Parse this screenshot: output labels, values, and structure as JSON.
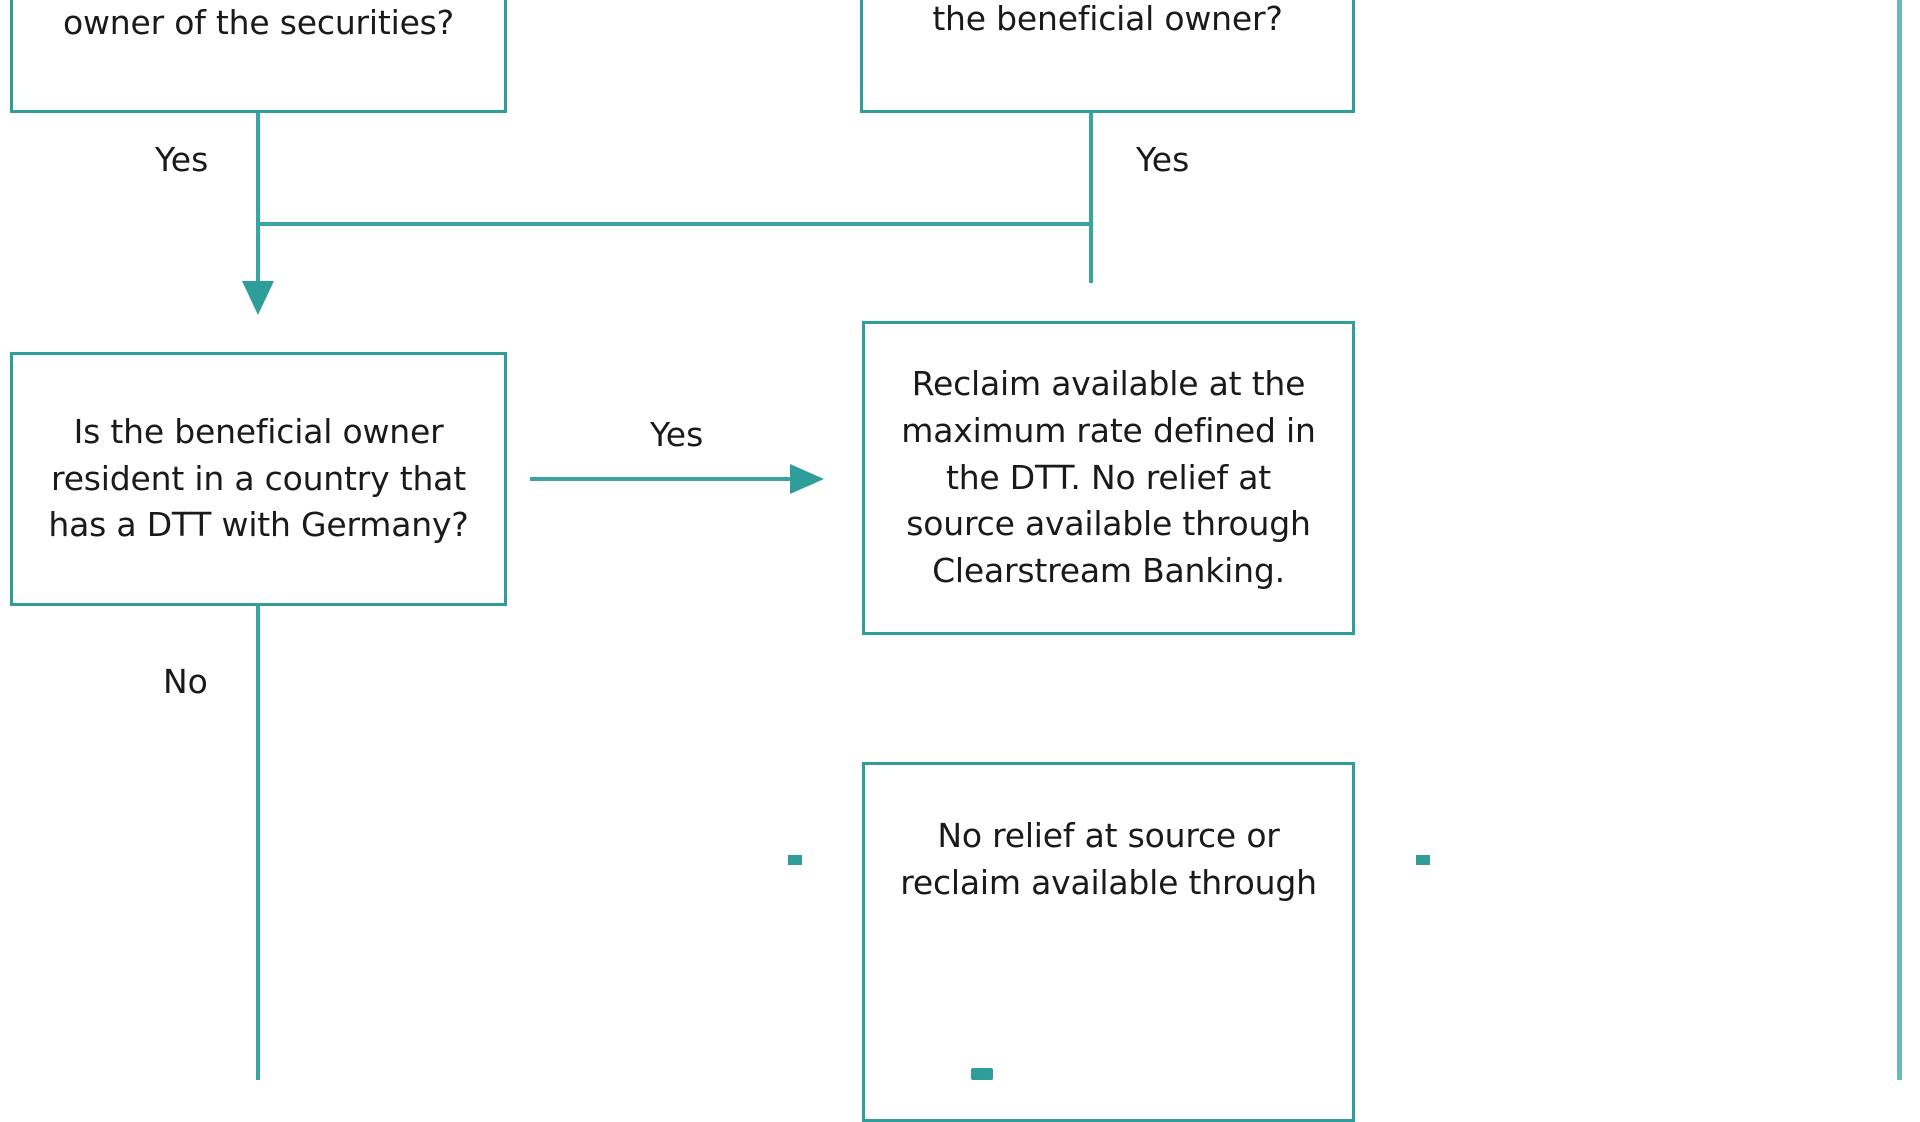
{
  "diagram": {
    "title": "German withholding tax relief decision flowchart",
    "accent_color": "#2f9e9b",
    "line_color": "#3aa4a1",
    "rule_color": "#67b9ba",
    "text_color": "#1a1a1a",
    "background": "#ffffff"
  },
  "nodes": {
    "top_left_question": {
      "text": "owner of the securities?",
      "clipped": "top"
    },
    "top_right_question": {
      "text": "the beneficial owner?",
      "clipped": "top"
    },
    "dtt_question": {
      "text": "Is the beneficial owner\nresident in a country that\nhas a DTT with Germany?"
    },
    "reclaim_outcome": {
      "text": "Reclaim available at the\nmaximum rate defined in\nthe DTT. No relief at\nsource available through\nClearstream Banking."
    },
    "no_relief_outcome": {
      "text": "No relief at source or\nreclaim available through",
      "clipped": "bottom"
    }
  },
  "edges": {
    "top_left_yes": {
      "label": "Yes"
    },
    "top_right_yes": {
      "label": "Yes"
    },
    "dtt_yes": {
      "label": "Yes"
    },
    "dtt_no": {
      "label": "No"
    }
  }
}
